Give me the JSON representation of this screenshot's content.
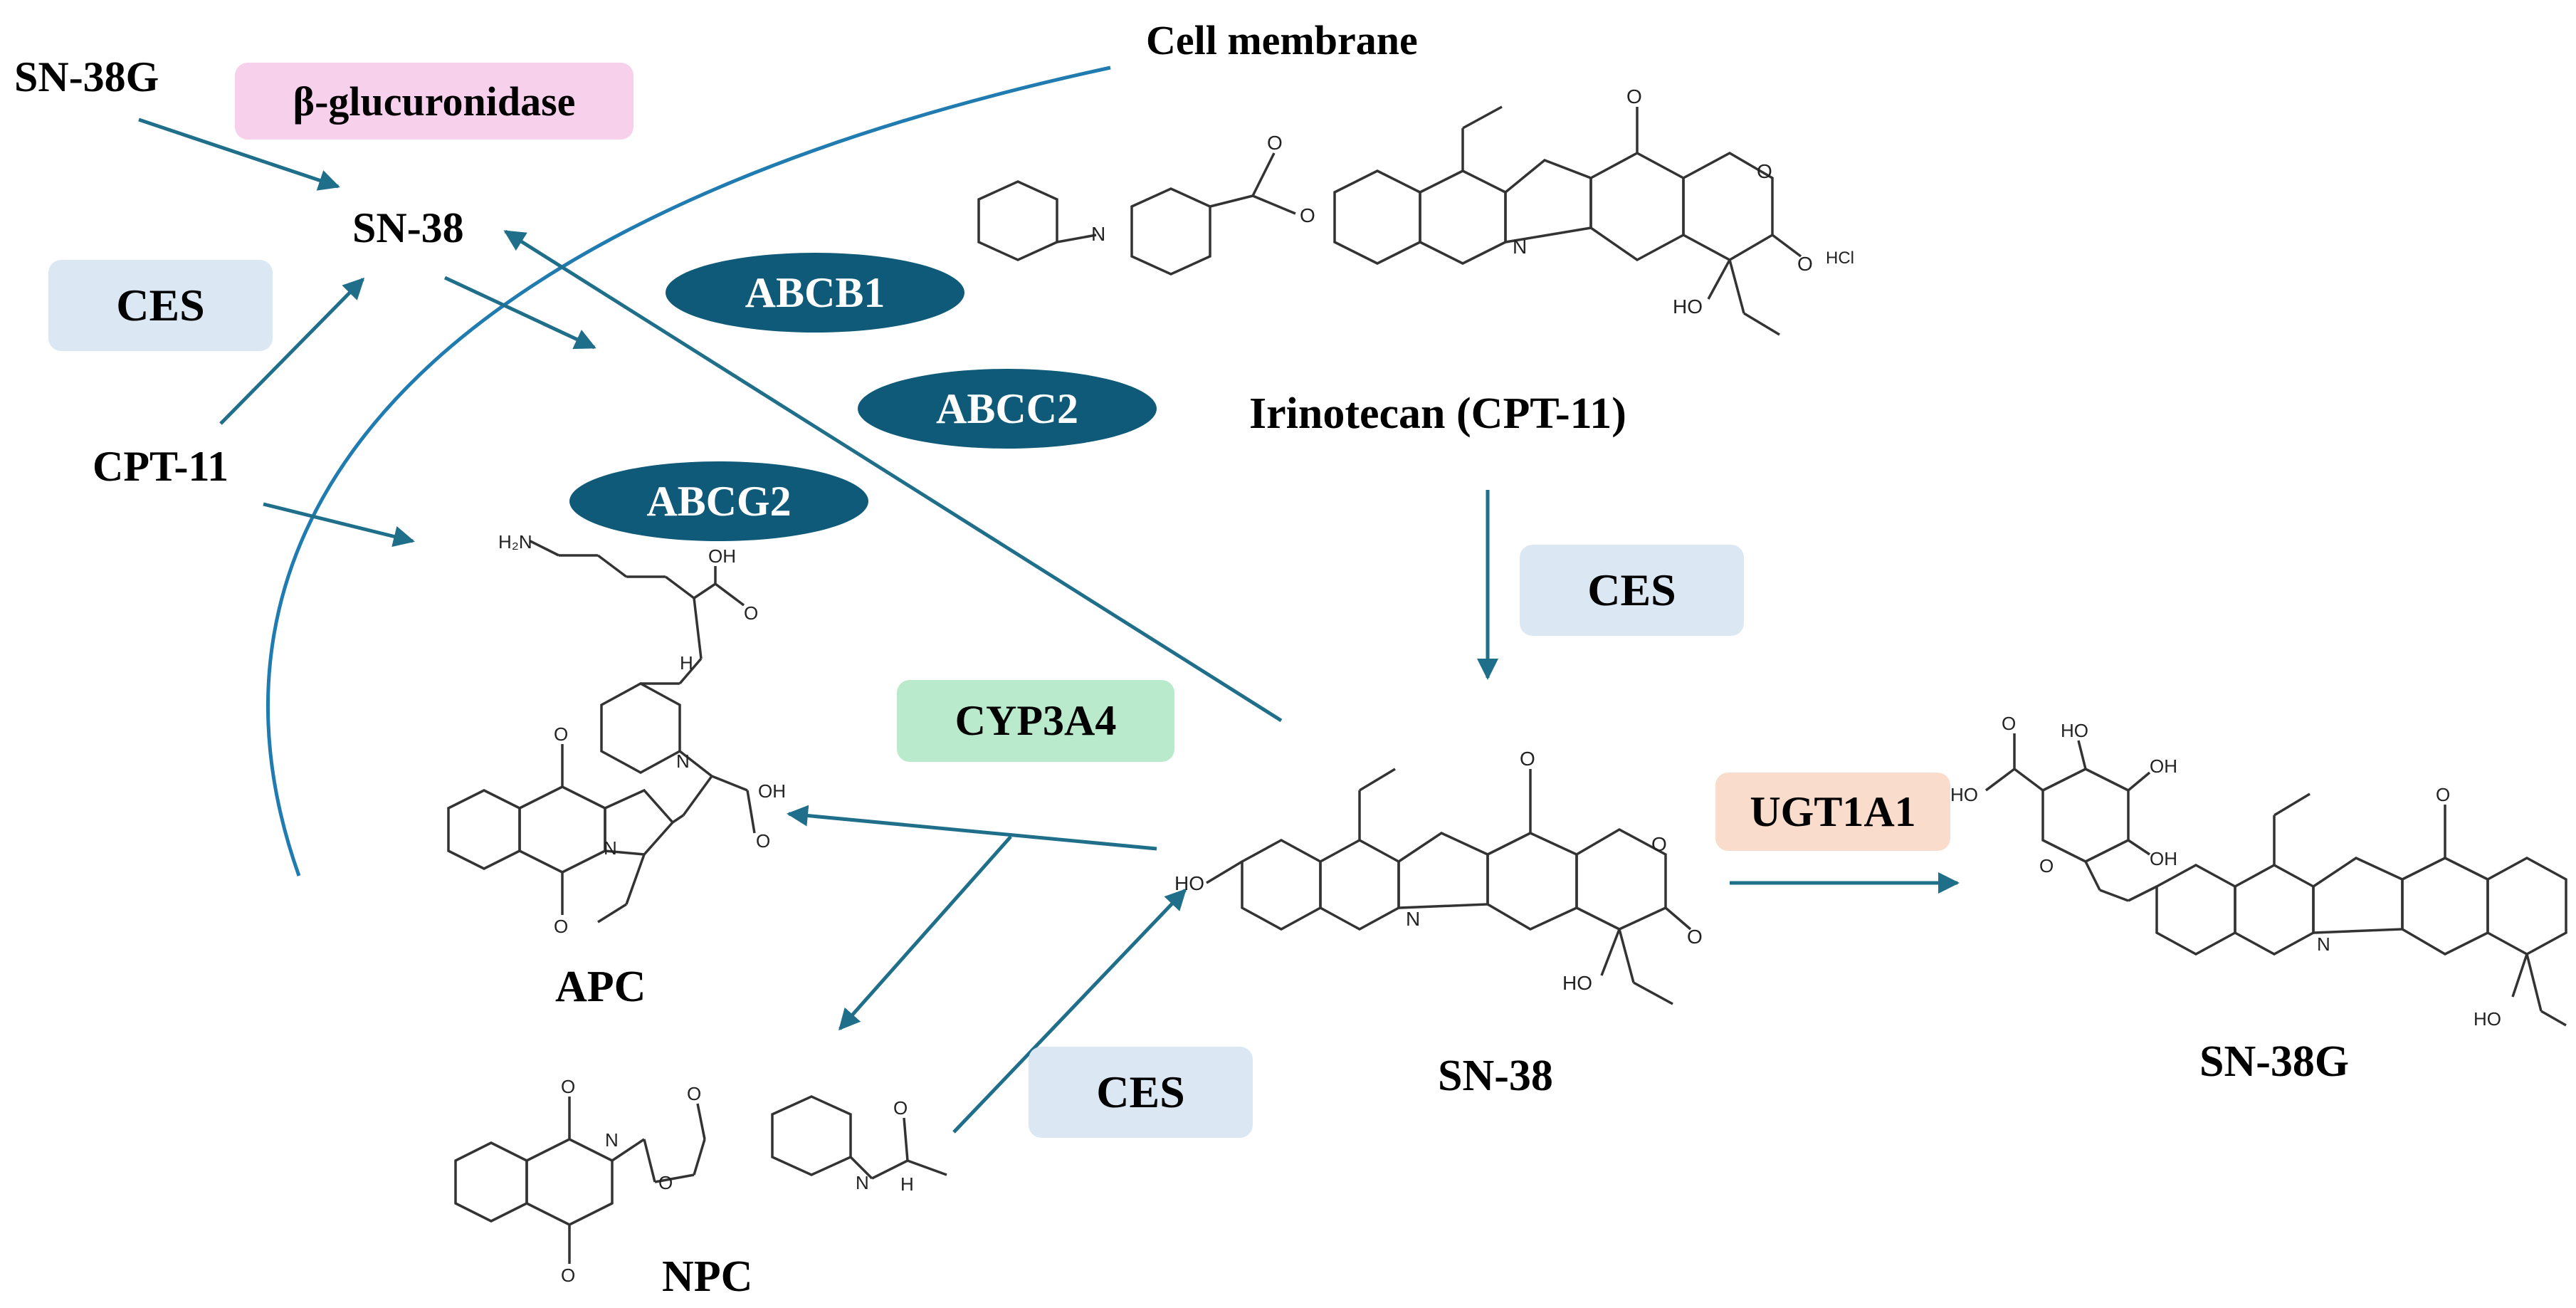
{
  "diagram": {
    "membrane_label": "Cell membrane",
    "outside": {
      "sn38g": "SN-38G",
      "beta_glucuronidase": "β-glucuronidase",
      "sn38": "SN-38",
      "ces": "CES",
      "cpt11": "CPT-11"
    },
    "transporters": [
      "ABCB1",
      "ABCC2",
      "ABCG2"
    ],
    "compounds": {
      "irinotecan": "Irinotecan (CPT-11)",
      "irinotecan_salt": "HCl",
      "sn38": "SN-38",
      "sn38g": "SN-38G",
      "apc": "APC",
      "npc": "NPC"
    },
    "enzymes": {
      "ces_main": "CES",
      "ces_npc": "CES",
      "cyp3a4": "CYP3A4",
      "ugt1a1": "UGT1A1"
    },
    "atom_labels": {
      "N": "N",
      "O": "O",
      "OH": "OH",
      "HO": "HO",
      "H2N": "H₂N",
      "NH": "H",
      "COOH_OH": "OH"
    },
    "colors": {
      "arrow": "#1f6f8b",
      "transporter_fill": "#0f5a78",
      "ces_fill": "#dbe8f4",
      "beta_glucuronidase_fill": "#f7d0ec",
      "cyp3a4_fill": "#b8eacb",
      "ugt1a1_fill": "#f9dccb",
      "structure": "#333333"
    }
  }
}
